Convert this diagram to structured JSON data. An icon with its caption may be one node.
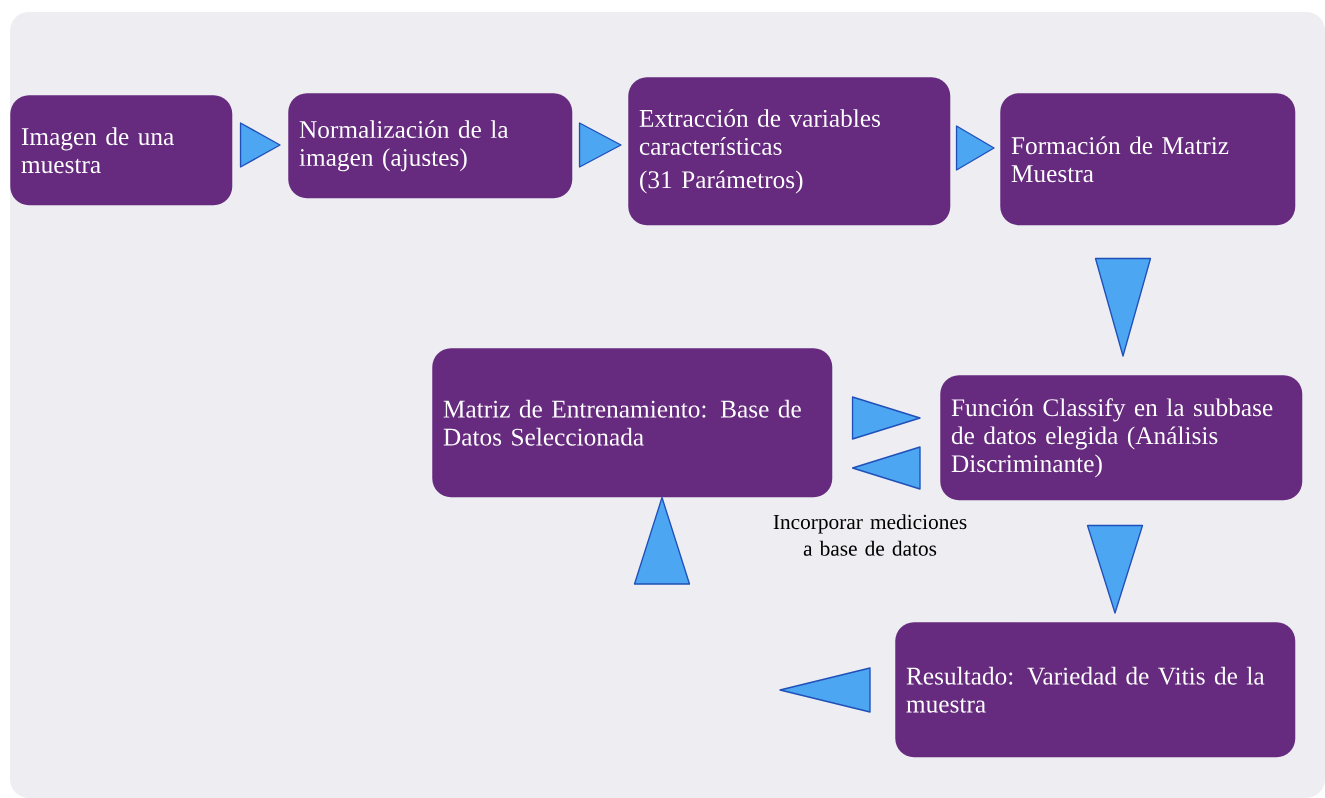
{
  "diagram": {
    "nodes": [
      {
        "text": [
          "Imagen de una muestra"
        ]
      },
      {
        "text": [
          "Normalización de la imagen (ajustes)"
        ]
      },
      {
        "text": [
          "Extracción de variables características",
          "(31 Parámetros)"
        ]
      },
      {
        "text": [
          "Formación de Matriz Muestra"
        ]
      },
      {
        "text": [
          "Matriz de Entrenamiento: Base de Datos Seleccionada"
        ]
      },
      {
        "text": [
          "Función Classify en la subbase de datos elegida (Análisis Discriminante)"
        ]
      },
      {
        "text": [
          "Resultado: Variedad de Vitis de la muestra"
        ]
      }
    ],
    "edges": [
      {
        "from": 0,
        "to": 1,
        "arrow": "to"
      },
      {
        "from": 1,
        "to": 2,
        "arrow": "to"
      },
      {
        "from": 2,
        "to": 3,
        "arrow": "to"
      },
      {
        "from": 3,
        "to": 5,
        "arrow": "to"
      },
      {
        "from": 4,
        "to": 5,
        "arrow": "to"
      },
      {
        "from": 5,
        "to": 4,
        "arrow": "to"
      },
      {
        "from": 5,
        "to": 6,
        "arrow": "to"
      },
      {
        "from": 6,
        "to": null,
        "arrow": "to"
      },
      {
        "from": null,
        "to": 4,
        "arrow": "to"
      }
    ],
    "labels": [
      "Incorporar mediciones a base de datos"
    ]
  }
}
